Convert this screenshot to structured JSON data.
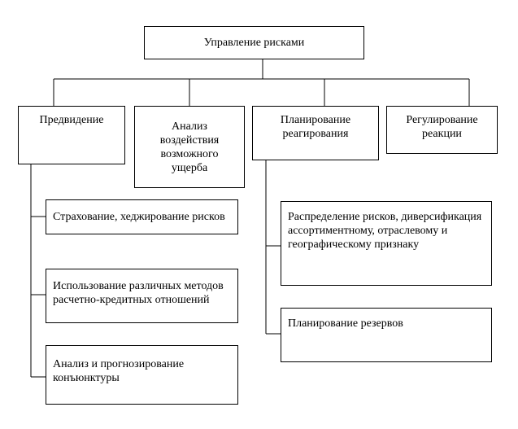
{
  "diagram": {
    "root": "Управление рисками",
    "categories": [
      {
        "label": "Предвидение"
      },
      {
        "label": "Анализ\nвоздействия\nвозможного\nущерба"
      },
      {
        "label": "Планирование\nреагирования"
      },
      {
        "label": "Регулирование\nреакции"
      }
    ],
    "foresight_items": [
      "Страхование, хеджирование рисков",
      "Использование различных методов\nрасчетно-кредитных отношений",
      "Анализ и прогнозирование конъюнктуры"
    ],
    "planning_items": [
      "Распределение рисков, диверсификация\nассортиментному, отраслевому и\nгеографическому признаку",
      "Планирование резервов"
    ]
  }
}
